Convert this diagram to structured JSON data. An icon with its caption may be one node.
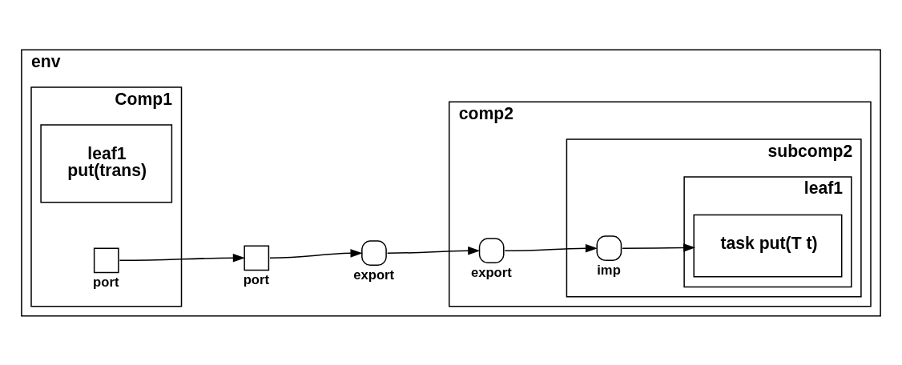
{
  "diagram": {
    "nodes": [
      {
        "text": [
          "env"
        ]
      },
      {
        "text": [
          "Comp1"
        ],
        "in": 0
      },
      {
        "text": [
          "leaf1",
          "put(trans)"
        ],
        "in": 1
      },
      {
        "text": [],
        "shape": "box",
        "beside": [
          "port"
        ],
        "in": 1
      },
      {
        "text": [],
        "shape": "box",
        "beside": [
          "port"
        ],
        "in": 0
      },
      {
        "text": [
          "comp2"
        ],
        "in": 0
      },
      {
        "text": [],
        "shape": "circle",
        "beside": [
          "export"
        ],
        "in": 0
      },
      {
        "text": [
          "subcomp2"
        ],
        "in": 5
      },
      {
        "text": [],
        "shape": "circle",
        "beside": [
          "export"
        ],
        "in": 5
      },
      {
        "text": [
          "leaf1"
        ],
        "in": 7
      },
      {
        "text": [],
        "shape": "circle",
        "beside": [
          "imp"
        ],
        "in": 7
      },
      {
        "text": [
          "task put(T t)"
        ],
        "in": 9
      }
    ],
    "edges": [
      {
        "from": 3,
        "to": 4,
        "arrow": "to"
      },
      {
        "from": 4,
        "to": 6,
        "arrow": "to"
      },
      {
        "from": 6,
        "to": 8,
        "arrow": "to"
      },
      {
        "from": 8,
        "to": 10,
        "arrow": "to"
      },
      {
        "from": 10,
        "to": 11,
        "arrow": "to"
      }
    ]
  }
}
